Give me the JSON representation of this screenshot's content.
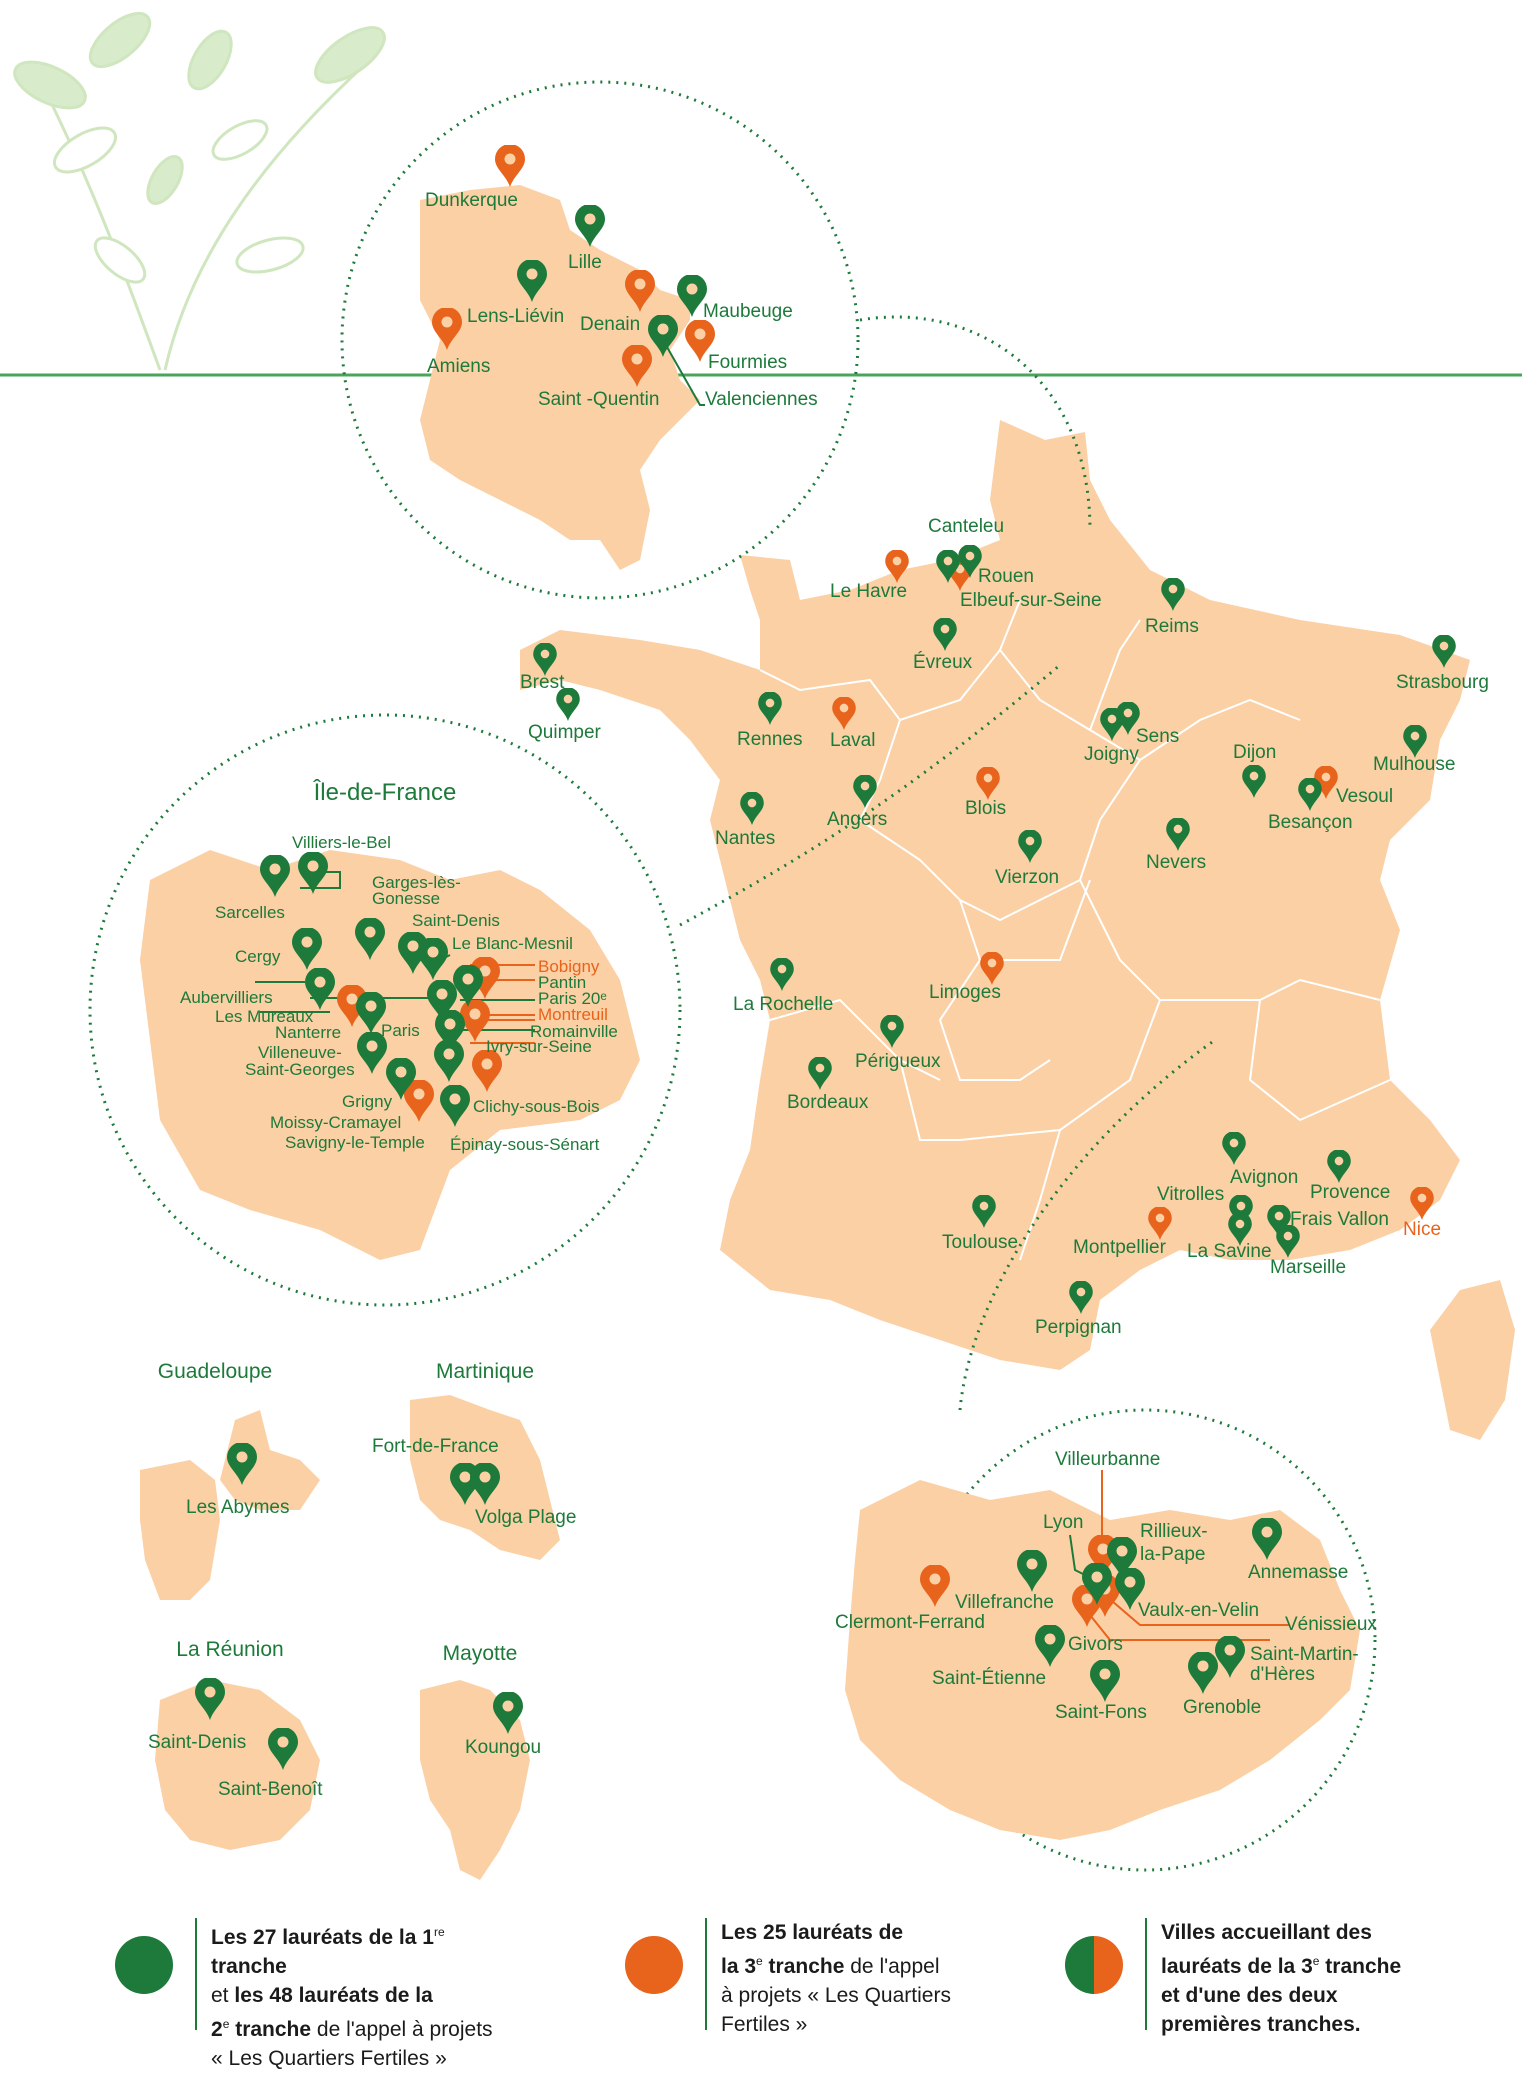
{
  "colors": {
    "green": "#1d7a3a",
    "orange": "#e8631c",
    "land": "#fbd0a5",
    "leaf": "#cfe6bf"
  },
  "regions": {
    "idf": "Île-de-France",
    "guadeloupe": "Guadeloupe",
    "martinique": "Martinique",
    "reunion": "La Réunion",
    "mayotte": "Mayotte"
  },
  "cities": {
    "dunkerque": "Dunkerque",
    "lille": "Lille",
    "lens": "Lens-Liévin",
    "denain": "Denain",
    "maubeuge": "Maubeuge",
    "amiens": "Amiens",
    "fourmies": "Fourmies",
    "saint_quentin": "Saint -Quentin",
    "valenciennes": "Valenciennes",
    "canteleu": "Canteleu",
    "le_havre": "Le Havre",
    "rouen": "Rouen",
    "elbeuf": "Elbeuf-sur-Seine",
    "reims": "Reims",
    "evreux": "Évreux",
    "strasbourg": "Strasbourg",
    "brest": "Brest",
    "quimper": "Quimper",
    "rennes": "Rennes",
    "laval": "Laval",
    "joigny": "Joigny",
    "sens": "Sens",
    "dijon": "Dijon",
    "mulhouse": "Mulhouse",
    "vesoul": "Vesoul",
    "besancon": "Besançon",
    "nantes": "Nantes",
    "angers": "Angers",
    "blois": "Blois",
    "nevers": "Nevers",
    "vierzon": "Vierzon",
    "la_rochelle": "La Rochelle",
    "limoges": "Limoges",
    "perigueux": "Périgueux",
    "bordeaux": "Bordeaux",
    "avignon": "Avignon",
    "provence": "Provence",
    "vitrolles": "Vitrolles",
    "frais_vallon": "Frais Vallon",
    "nice": "Nice",
    "toulouse": "Toulouse",
    "montpellier": "Montpellier",
    "la_savine": "La Savine",
    "marseille": "Marseille",
    "perpignan": "Perpignan",
    "villiers": "Villiers-le-Bel",
    "sarcelles": "Sarcelles",
    "garges1": "Garges-lès-",
    "garges2": "Gonesse",
    "saint_denis_idf": "Saint-Denis",
    "blanc_mesnil": "Le Blanc-Mesnil",
    "cergy": "Cergy",
    "bobigny": "Bobigny",
    "pantin": "Pantin",
    "aubervilliers": "Aubervilliers",
    "paris20": "Paris 20ᵉ",
    "mureaux": "Les Mureaux",
    "montreuil": "Montreuil",
    "nanterre": "Nanterre",
    "paris": "Paris",
    "romainville": "Romainville",
    "villeneuve1": "Villeneuve-",
    "villeneuve2": "Saint-Georges",
    "ivry": "Ivry-sur-Seine",
    "grigny": "Grigny",
    "clichy": "Clichy-sous-Bois",
    "moissy": "Moissy-Cramayel",
    "savigny": "Savigny-le-Temple",
    "epinay": "Épinay-sous-Sénart",
    "les_abymes": "Les Abymes",
    "fort_de_france": "Fort-de-France",
    "volga": "Volga Plage",
    "saint_denis_re": "Saint-Denis",
    "saint_benoit": "Saint-Benoît",
    "koungou": "Koungou",
    "villeurbanne": "Villeurbanne",
    "lyon": "Lyon",
    "rillieux1": "Rillieux-",
    "rillieux2": "la-Pape",
    "annemasse": "Annemasse",
    "villefranche": "Villefranche",
    "clermont": "Clermont-Ferrand",
    "vaulx": "Vaulx-en-Velin",
    "venissieux": "Vénissieux",
    "givors": "Givors",
    "saint_martin1": "Saint-Martin-",
    "saint_martin2": "d'Hères",
    "saint_etienne": "Saint-Étienne",
    "grenoble": "Grenoble",
    "saint_fons": "Saint-Fons"
  },
  "legend": {
    "green": {
      "l1a": "Les 27 lauréats de la 1",
      "l1sup": "re",
      "l1b": " tranche",
      "l2a": "et ",
      "l2b": "les 48 lauréats de la",
      "l3a": "2",
      "l3sup": "e",
      "l3b": " tranche",
      "l3c": " de l'appel à projets",
      "l4": "« Les Quartiers Fertiles »"
    },
    "orange": {
      "l1": "Les 25 lauréats de",
      "l2a": "la 3",
      "l2sup": "e",
      "l2b": " tranche",
      "l2c": " de l'appel",
      "l3": "à projets « Les Quartiers",
      "l4": "Fertiles »"
    },
    "mixed": {
      "l1": "Villes accueillant des",
      "l2a": "lauréats de la 3",
      "l2sup": "e",
      "l2b": " tranche",
      "l3": "et d'une des deux",
      "l4": "premières tranches."
    }
  }
}
